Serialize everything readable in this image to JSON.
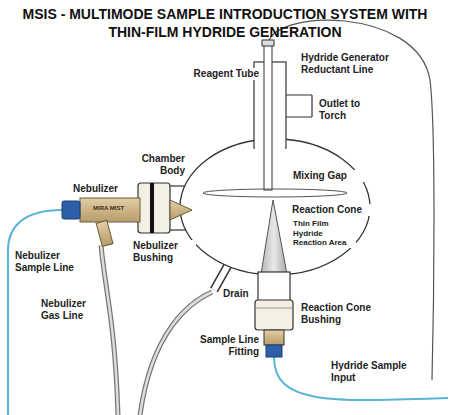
{
  "diagram": {
    "title": "MSIS - MULTIMODE SAMPLE INTRODUCTION SYSTEM WITH THIN-FILM HYDRIDE GENERATION",
    "labels": [
      "Reagent Tube",
      "Hydride Generator Reductant Line",
      "Outlet to Torch",
      "Chamber Body",
      "Mixing Gap",
      "Reaction Cone",
      "Thin Film Hydride Reaction Area",
      "Nebulizer",
      "MIRA MIST",
      "Nebulizer Sample Line",
      "Nebulizer Gas Line",
      "Nebulizer Bushing",
      "Drain",
      "Reaction Cone Bushing",
      "Sample Line Fitting",
      "Hydride Sample Input"
    ]
  }
}
